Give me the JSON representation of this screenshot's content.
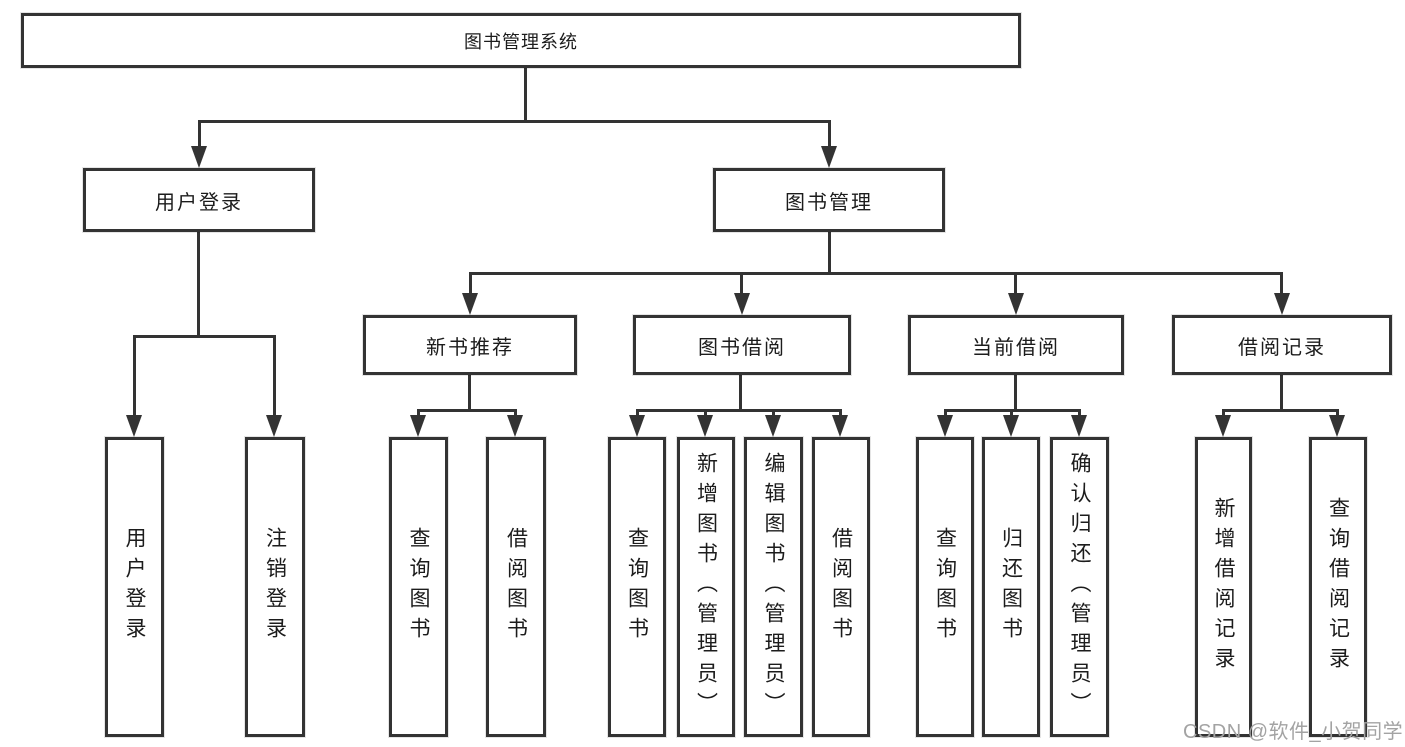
{
  "colors": {
    "line": "#333333",
    "text": "#1c1c1c",
    "background": "#ffffff",
    "watermark": "#a3a3a3"
  },
  "nodes": {
    "root": {
      "label": "图书管理系统"
    },
    "user_login": {
      "label": "用户登录"
    },
    "book_mgmt": {
      "label": "图书管理"
    },
    "new_book_rec": {
      "label": "新书推荐"
    },
    "book_borrow": {
      "label": "图书借阅"
    },
    "current_borrow": {
      "label": "当前借阅"
    },
    "borrow_record": {
      "label": "借阅记录"
    },
    "ul_login": {
      "label": "用户登录"
    },
    "ul_logout": {
      "label": "注销登录"
    },
    "nb_query": {
      "label": "查询图书"
    },
    "nb_borrow": {
      "label": "借阅图书"
    },
    "bb_query": {
      "label": "查询图书"
    },
    "bb_add": {
      "label": "新增图书（管理员）"
    },
    "bb_edit": {
      "label": "编辑图书（管理员）"
    },
    "bb_borrow": {
      "label": "借阅图书"
    },
    "cb_query": {
      "label": "查询图书"
    },
    "cb_return": {
      "label": "归还图书"
    },
    "cb_confirm": {
      "label": "确认归还（管理员）"
    },
    "br_add": {
      "label": "新增借阅记录"
    },
    "br_query": {
      "label": "查询借阅记录"
    }
  },
  "watermark": {
    "text": "CSDN @软件_小贺同学"
  }
}
